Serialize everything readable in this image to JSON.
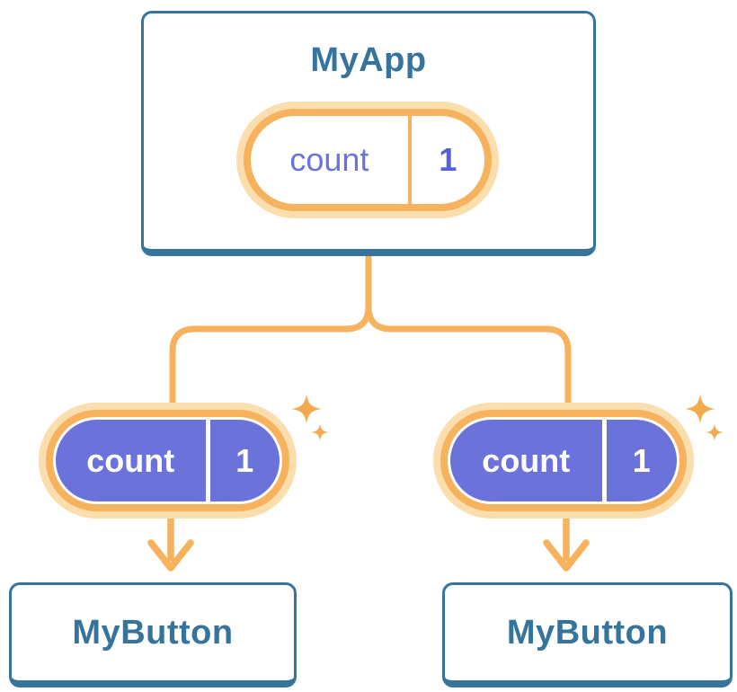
{
  "diagram": {
    "description": "React component tree showing state lifted to the parent and passed down as props",
    "root": {
      "title": "MyApp",
      "state": {
        "name": "count",
        "value": "1"
      }
    },
    "children": [
      {
        "title": "MyButton",
        "prop": {
          "name": "count",
          "value": "1"
        }
      },
      {
        "title": "MyButton",
        "prop": {
          "name": "count",
          "value": "1"
        }
      }
    ],
    "icons": {
      "sparkle": "sparkle-icon",
      "arrow": "arrow-down-icon"
    },
    "colors": {
      "background": "#FFFFFF",
      "card_border": "#36749B",
      "card_fill": "#FFFFFF",
      "title_text": "#36749B",
      "pill_ring": "#F6B25C",
      "pill_ring_glow": "#FBDEAE",
      "pill_fill_purple": "#6B73DB",
      "pill_name_text_root": "#6A72DB",
      "pill_value_text_root": "#5661D9",
      "pill_text_children": "#FFFFFF",
      "connector": "#F6B25C",
      "sparkle": "#F2AA4E"
    }
  }
}
